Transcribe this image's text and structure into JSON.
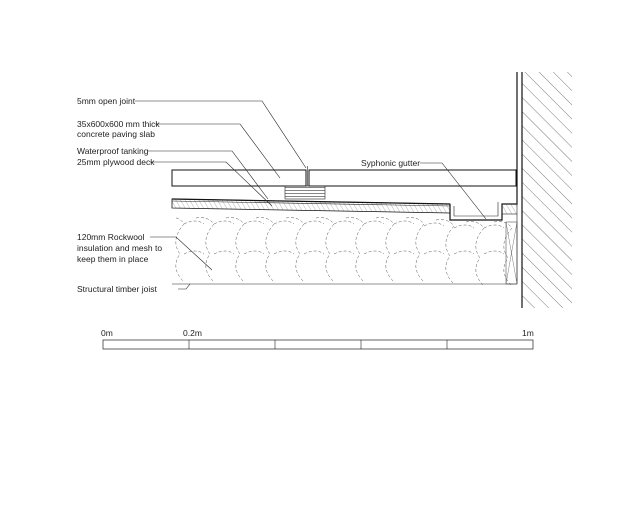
{
  "labels": {
    "open_joint": "5mm open joint",
    "paving_line1": "35x600x600 mm thick",
    "paving_line2": "concrete paving slab",
    "tanking": "Waterproof tanking",
    "plywood": "25mm plywood deck",
    "gutter": "Syphonic gutter",
    "rockwool_line1": "120mm Rockwool",
    "rockwool_line2": "insulation and mesh to",
    "rockwool_line3": "keep them in place",
    "joist": "Structural timber joist"
  },
  "scale": {
    "ticks": [
      "0m",
      "0.2m",
      "1m"
    ]
  }
}
